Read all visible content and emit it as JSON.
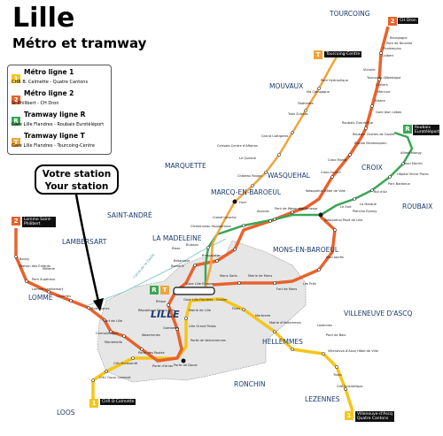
{
  "title": "Lille",
  "subtitle": "Métro et tramway",
  "legend": [
    {
      "badge": "1",
      "color": "#f5c518",
      "name": "Métro ligne 1",
      "sub": "CHR B. Calmette - Quatre Cantons"
    },
    {
      "badge": "2",
      "color": "#e8622c",
      "name": "Métro ligne 2",
      "sub": "St-Philibert - CH Dron"
    },
    {
      "badge": "R",
      "color": "#3aa655",
      "name": "Tramway ligne R",
      "sub": "Gare Lille Flandres - Roubaix Eurotéléport"
    },
    {
      "badge": "T",
      "color": "#f0a43a",
      "name": "Tramway ligne T",
      "sub": "Gare Lille Flandres - Tourcoing-Centre"
    }
  ],
  "callout": {
    "line1": "Votre station",
    "line2": "Your station"
  },
  "colors": {
    "line1": "#f5c518",
    "line2": "#e8622c",
    "tramR": "#3aa655",
    "tramT": "#f0a43a",
    "area": "#1a3a6e",
    "city": "#e6e6e6"
  },
  "areas": [
    "TOURCOING",
    "MOUVAUX",
    "MARQUETTE",
    "WASQUEHAL",
    "MARCQ-EN-BAROEUL",
    "CROIX",
    "ROUBAIX",
    "SAINT-ANDRÉ",
    "LA MADELEINE",
    "MONS-EN-BAROEUL",
    "LAMBERSART",
    "LOMME",
    "LILLE",
    "VILLENEUVE D'ASCQ",
    "HELLEMMES",
    "RONCHIN",
    "LEZENNES",
    "LOOS"
  ],
  "canal_label": "Canal de la Deûle",
  "terminals": {
    "ch_dron": {
      "badge": "2",
      "label": "CH Dron"
    },
    "tourcoing_centre": {
      "badge": "T",
      "label": "Tourcoing-Centre"
    },
    "roubaix_euroteleport": {
      "badge": "R",
      "label": "Roubaix Eurotéléport"
    },
    "lomme_st_philibert": {
      "badge": "2",
      "label": "Lomme Saint-Philibert"
    },
    "chr_calmette": {
      "badge": "1",
      "label": "CHR B-Calmette"
    },
    "quatre_cantons": {
      "badge": "1",
      "label": "Villeneuve-d'Ascq Quatre Cantons"
    }
  },
  "stations": [
    "Bourgogne",
    "Pont de Neuville",
    "Phalempins",
    "Colbert",
    "Victoire",
    "Tourcoing-Sébastopol",
    "Carliers",
    "Mercure",
    "Alsace",
    "Gare Jean Lebas",
    "Roubaix-Grand-Rue",
    "Eurotéléport",
    "Roubaix Charles de Gaulle",
    "Épeule Montesquieu",
    "Croix-Centre",
    "Croix Mairie",
    "Mairie de Croix",
    "Jean Moulin",
    "Alfred Mongy",
    "Hôpital Victor Provo",
    "Parc Barbieux",
    "Bol d'Air",
    "La Marque",
    "Planche Epinoy",
    "Le Sart",
    "Wasquehal Pavé de Lille",
    "Wasquehal Hôtel de Ville",
    "Pont de Wasquehal",
    "La Terrasse",
    "Acacias",
    "Croisé Laroche",
    "Clemenceau Hippodrome",
    "Château Rouge",
    "Le Quesne",
    "Foch",
    "Cerisaie-Centre d'Affaires",
    "Grand Cottignies",
    "Trois Suisses",
    "Faidherbe",
    "Ma Campagne",
    "Pont Hydraulique",
    "Tourcoing-Centre",
    "Clinique Sainte-Odile",
    "Risse",
    "Buisson",
    "Romarin",
    "Botanique",
    "Saint-Maurice Pellevoisin",
    "Mons Sarts",
    "Mairie de Mons",
    "Fort de Mons",
    "Les Prés",
    "Jean Jaurès",
    "Brossolette",
    "Gare Lille Europe",
    "Gare Lille Flandres",
    "Caulier",
    "Fives",
    "Marbrerie",
    "Mairie d'Hellemmes",
    "Hellemmes",
    "Lezennes",
    "Pont de Bois",
    "Villeneuve-d'Ascq Hôtel de Ville",
    "Triolo",
    "Cité Scientifique",
    "Rihour",
    "République Beaux-Arts",
    "Gambetta",
    "Wazemmes",
    "Porte des Postes",
    "CHU Eurasanté",
    "CHU Oscar Lambret",
    "Porte d'Arras",
    "Porte de Douai",
    "Porte de Valenciennes",
    "Lille Grand Palais",
    "Mairie de Lille",
    "Bois Blancs",
    "Port de Lille",
    "Cormontaigne",
    "Montebello",
    "Canteleu",
    "Lomme Lambersart",
    "Pont Supérieur",
    "Maison des Enfants",
    "Mitterie",
    "Bourg"
  ]
}
